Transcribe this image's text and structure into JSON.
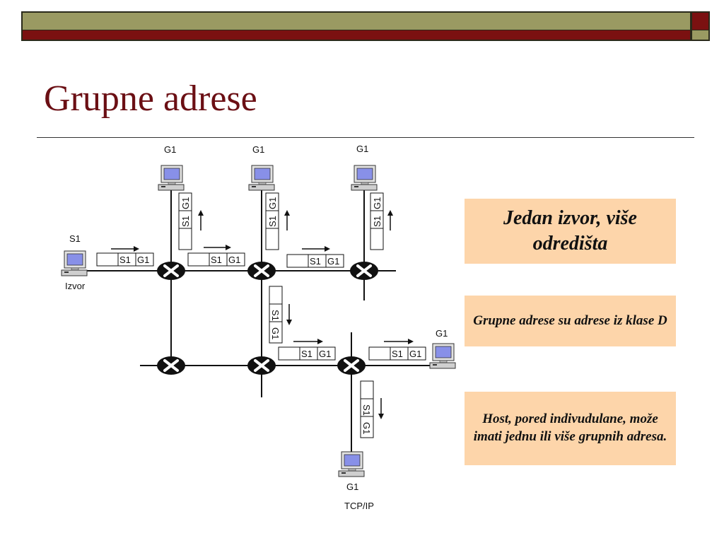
{
  "slide": {
    "title": "Grupne adrese",
    "bar_colors": {
      "olive": "#9a9a62",
      "maroon": "#7b1111"
    }
  },
  "diagram": {
    "source_label": "S1",
    "source_caption": "Izvor",
    "host_labels": [
      "G1",
      "G1",
      "G1",
      "G1",
      "G1"
    ],
    "packet_fields": [
      "S1",
      "G1"
    ],
    "footer_label": "TCP/IP",
    "node_icon": "router-x-icon",
    "host_icon": "computer-icon"
  },
  "callouts": [
    {
      "text": "Jedan izvor, više odredišta",
      "color": "#fdd5aa"
    },
    {
      "text": "Grupne adrese su adrese iz klase D",
      "color": "#fdd5aa"
    },
    {
      "text": "Host, pored indivudulane, može imati jednu ili više grupnih adresa.",
      "color": "#fdd5aa"
    }
  ]
}
